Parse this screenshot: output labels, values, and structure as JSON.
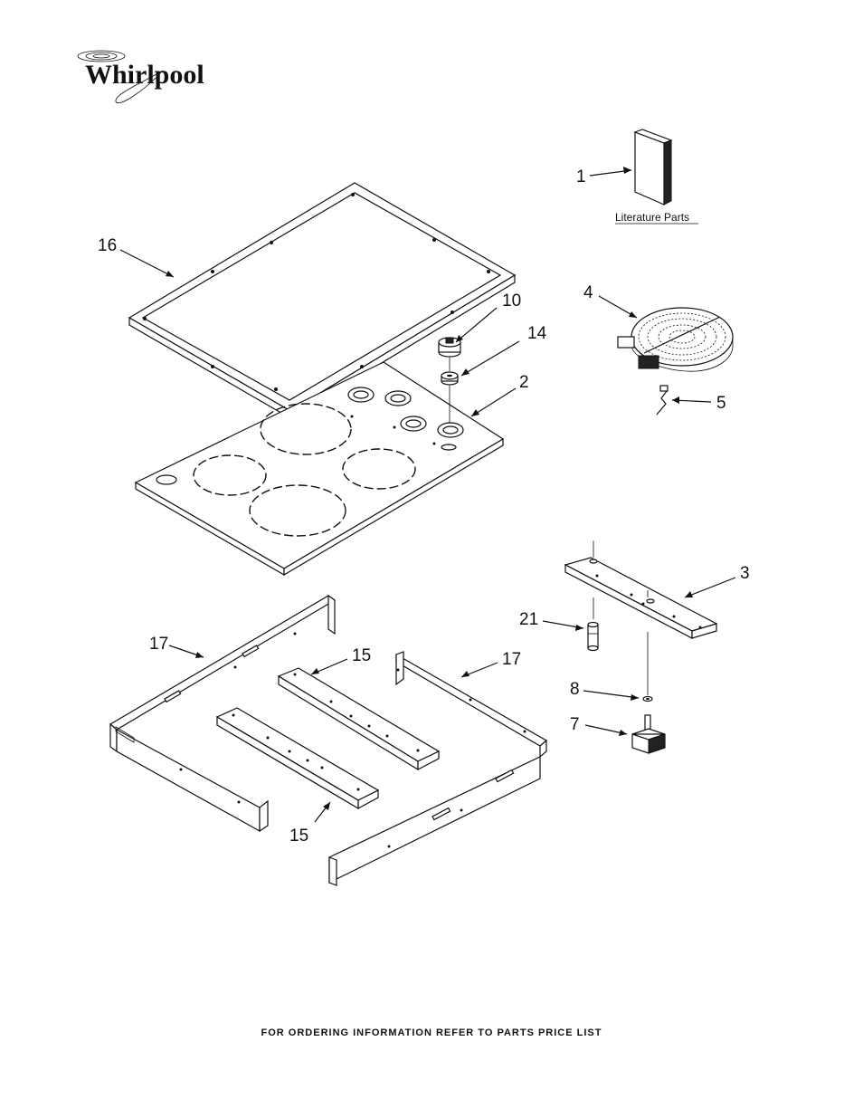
{
  "brand": {
    "name": "Whirlpool"
  },
  "literature": {
    "label": "Literature Parts"
  },
  "callouts": [
    {
      "id": "c1",
      "text": "1"
    },
    {
      "id": "c16",
      "text": "16"
    },
    {
      "id": "c10",
      "text": "10"
    },
    {
      "id": "c14",
      "text": "14"
    },
    {
      "id": "c4",
      "text": "4"
    },
    {
      "id": "c2",
      "text": "2"
    },
    {
      "id": "c5",
      "text": "5"
    },
    {
      "id": "c3",
      "text": "3"
    },
    {
      "id": "c21",
      "text": "21"
    },
    {
      "id": "c17a",
      "text": "17"
    },
    {
      "id": "c15a",
      "text": "15"
    },
    {
      "id": "c17b",
      "text": "17"
    },
    {
      "id": "c8",
      "text": "8"
    },
    {
      "id": "c7",
      "text": "7"
    },
    {
      "id": "c15b",
      "text": "15"
    }
  ],
  "footer": {
    "text": "FOR ORDERING INFORMATION REFER TO PARTS PRICE LIST"
  }
}
